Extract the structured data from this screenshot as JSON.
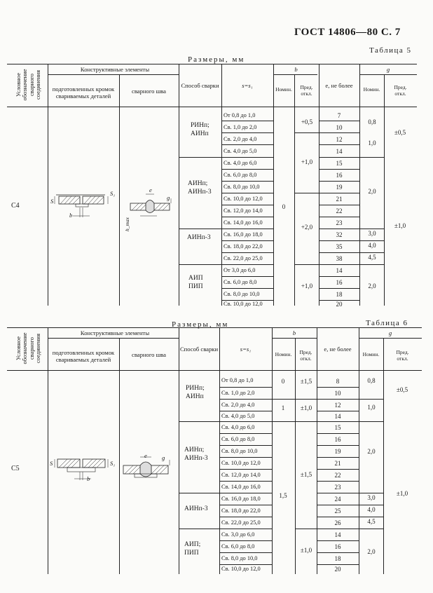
{
  "header": {
    "standard": "ГОСТ 14806—80 С. 7"
  },
  "table5": {
    "label": "Таблица 5",
    "title": "Размеры, мм",
    "col_designation": [
      "Условное",
      "обозначение",
      "сварного",
      "соединения"
    ],
    "col_elements": "Конструктивные элементы",
    "col_prepared": [
      "подготовленных кромок",
      "свариваемых деталей"
    ],
    "col_weld": "сварного шва",
    "col_method": "Способ сварки",
    "col_s": "s=s₁",
    "col_b": "b",
    "col_nom": "Номин.",
    "col_tol": [
      "Пред.",
      "откл."
    ],
    "col_e": "e, не более",
    "col_g": "g",
    "joint": "С4",
    "methods": [
      "РИНп;",
      "АИНп",
      "АИНп;",
      "АИНп-3",
      "АИНп-3",
      "АИП",
      "ПИП"
    ],
    "rows": [
      "От 0,8 до 1,0",
      "Св. 1,0 до 2,0",
      "Св. 2,0 до 4,0",
      "Св. 4,0 до 5,0",
      "Св. 4,0 до 6,0",
      "Св. 6,0 до 8,0",
      "Св. 8,0 до 10,0",
      "Св. 10,0 до 12,0",
      "Св. 12,0 до 14,0",
      "Св. 14,0 до 16,0",
      "Св. 16,0 до 18,0",
      "Св. 18,0 до 22,0",
      "Св. 22,0 до 25,0",
      "От 3,0 до 6,0",
      "Св. 6,0 до 8,0",
      "Св. 8,0 до 10,0",
      "Св. 10,0 до 12,0"
    ],
    "e": [
      "7",
      "10",
      "12",
      "14",
      "15",
      "16",
      "19",
      "21",
      "22",
      "23",
      "32",
      "35",
      "38",
      "14",
      "16",
      "18",
      "20"
    ],
    "b_nom": "0",
    "b_tol": [
      "+0,5",
      "+1,0",
      "+2,0",
      "+1,0"
    ],
    "g_nom": [
      "0,8",
      "1,0",
      "2,0",
      "3,0",
      "4,0",
      "4,5",
      "2,0"
    ],
    "g_tol": [
      "±0,5",
      "±1,0"
    ],
    "fig_labels": [
      "S",
      "S₁",
      "b",
      "e",
      "g",
      "h_max"
    ]
  },
  "table6": {
    "label": "Таблица 6",
    "title": "Размеры, мм",
    "col_designation": [
      "Условное",
      "обозначение",
      "сварного",
      "соединения"
    ],
    "col_elements": "Конструктивные элементы",
    "col_prepared": [
      "подготовленных кромок",
      "свариваемых деталей"
    ],
    "col_weld": "сварного шва",
    "col_method": "Способ сварки",
    "col_s": "s=s₁",
    "col_b": "b",
    "col_nom": "Номин.",
    "col_tol": [
      "Пред.",
      "откл."
    ],
    "col_e": "e, не более",
    "col_g": "g",
    "col_g_tol": [
      "Пред.",
      "откл."
    ],
    "joint": "С5",
    "methods": [
      "РИНп;",
      "АИНп",
      "АИНп;",
      "АИНп-3",
      "АИНп-3",
      "АИП;",
      "ПИП"
    ],
    "rows": [
      "От 0,8 до 1,0",
      "Св. 1,0 до 2,0",
      "Св. 2,0 до 4,0",
      "Св. 4,0 до 5,0",
      "Св. 4,0 до 6,0",
      "Св. 6,0 до 8,0",
      "Св. 8,0 до 10,0",
      "Св. 10,0 до 12,0",
      "Св. 12,0 до 14,0",
      "Св. 14,0 до 16,0",
      "Св. 16,0 до 18,0",
      "Св. 18,0 до 22,0",
      "Св. 22,0 до 25,0",
      "Св. 3,0 до 6,0",
      "Св. 6,0 до 8,0",
      "Св. 8,0 до 10,0",
      "Св. 10,0 до 12,0"
    ],
    "e": [
      "8",
      "10",
      "12",
      "14",
      "15",
      "16",
      "19",
      "21",
      "22",
      "23",
      "24",
      "25",
      "26",
      "14",
      "16",
      "18",
      "20"
    ],
    "b_nom": [
      "0",
      "1",
      "1,5"
    ],
    "b_tol": [
      "±1,5",
      "±1,0",
      "±1,5",
      "±1,0"
    ],
    "g_nom": [
      "0,8",
      "1,0",
      "2,0",
      "3,0",
      "4,0",
      "4,5",
      "2,0"
    ],
    "g_tol": [
      "±0,5",
      "±1,0"
    ],
    "fig_labels": [
      "S",
      "S₁",
      "b",
      "e",
      "g"
    ]
  }
}
